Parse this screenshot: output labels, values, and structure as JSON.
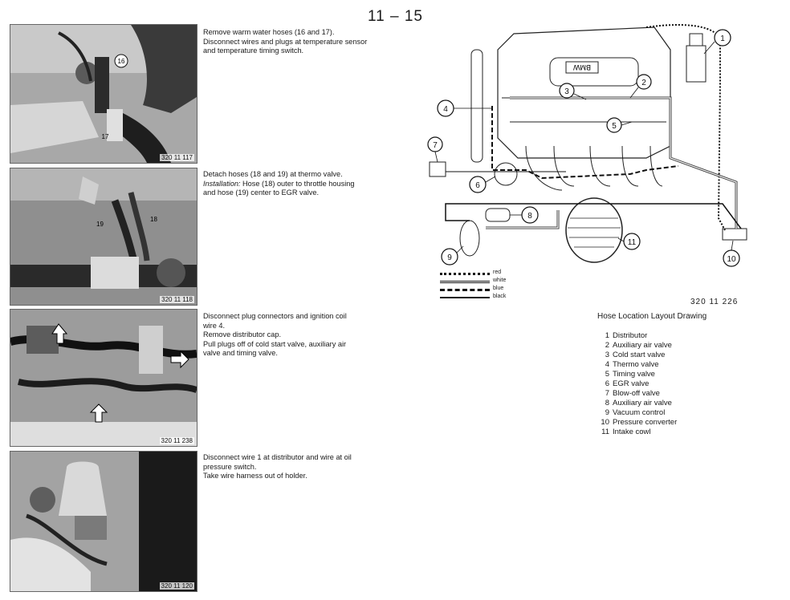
{
  "page": {
    "number": "11 – 15"
  },
  "steps": [
    {
      "photo_id": "320 11 117",
      "lines": [
        "Remove warm water hoses (16 and 17).",
        "Disconnect wires and plugs at temperature sensor",
        "and temperature timing switch."
      ],
      "callouts": [
        "16",
        "17"
      ]
    },
    {
      "photo_id": "320 11 118",
      "lines": [
        "Detach hoses (18 and 19) at thermo valve."
      ],
      "installation_label": "Installation:",
      "installation_lines": [
        "Hose (18) outer to throttle housing",
        "and hose (19) center to EGR valve."
      ],
      "callouts": [
        "19",
        "18"
      ]
    },
    {
      "photo_id": "320 11 238",
      "lines": [
        "Disconnect plug connectors and ignition coil",
        "wire 4.",
        "Remove distributor cap.",
        "Pull plugs off of cold start valve, auxiliary air",
        "valve and timing valve."
      ]
    },
    {
      "photo_id": "320 11 120",
      "lines": [
        "Disconnect wire 1 at distributor and wire at oil",
        "pressure switch.",
        "Take wire harness out of holder."
      ]
    }
  ],
  "diagram": {
    "id": "320 11 226",
    "title": "Hose Location Layout Drawing",
    "engine_logo": "BMW",
    "callouts": [
      "1",
      "2",
      "3",
      "4",
      "5",
      "6",
      "7",
      "8",
      "9",
      "10",
      "11"
    ],
    "line_key": [
      {
        "label": "red"
      },
      {
        "label": "white"
      },
      {
        "label": "blue"
      },
      {
        "label": "black"
      }
    ],
    "parts": [
      {
        "num": "1",
        "name": "Distributor"
      },
      {
        "num": "2",
        "name": "Auxiliary air valve"
      },
      {
        "num": "3",
        "name": "Cold start valve"
      },
      {
        "num": "4",
        "name": "Thermo valve"
      },
      {
        "num": "5",
        "name": "Timing valve"
      },
      {
        "num": "6",
        "name": "EGR valve"
      },
      {
        "num": "7",
        "name": "Blow-off valve"
      },
      {
        "num": "8",
        "name": "Auxiliary air valve"
      },
      {
        "num": "9",
        "name": "Vacuum control"
      },
      {
        "num": "10",
        "name": "Pressure converter"
      },
      {
        "num": "11",
        "name": "Intake cowl"
      }
    ]
  }
}
